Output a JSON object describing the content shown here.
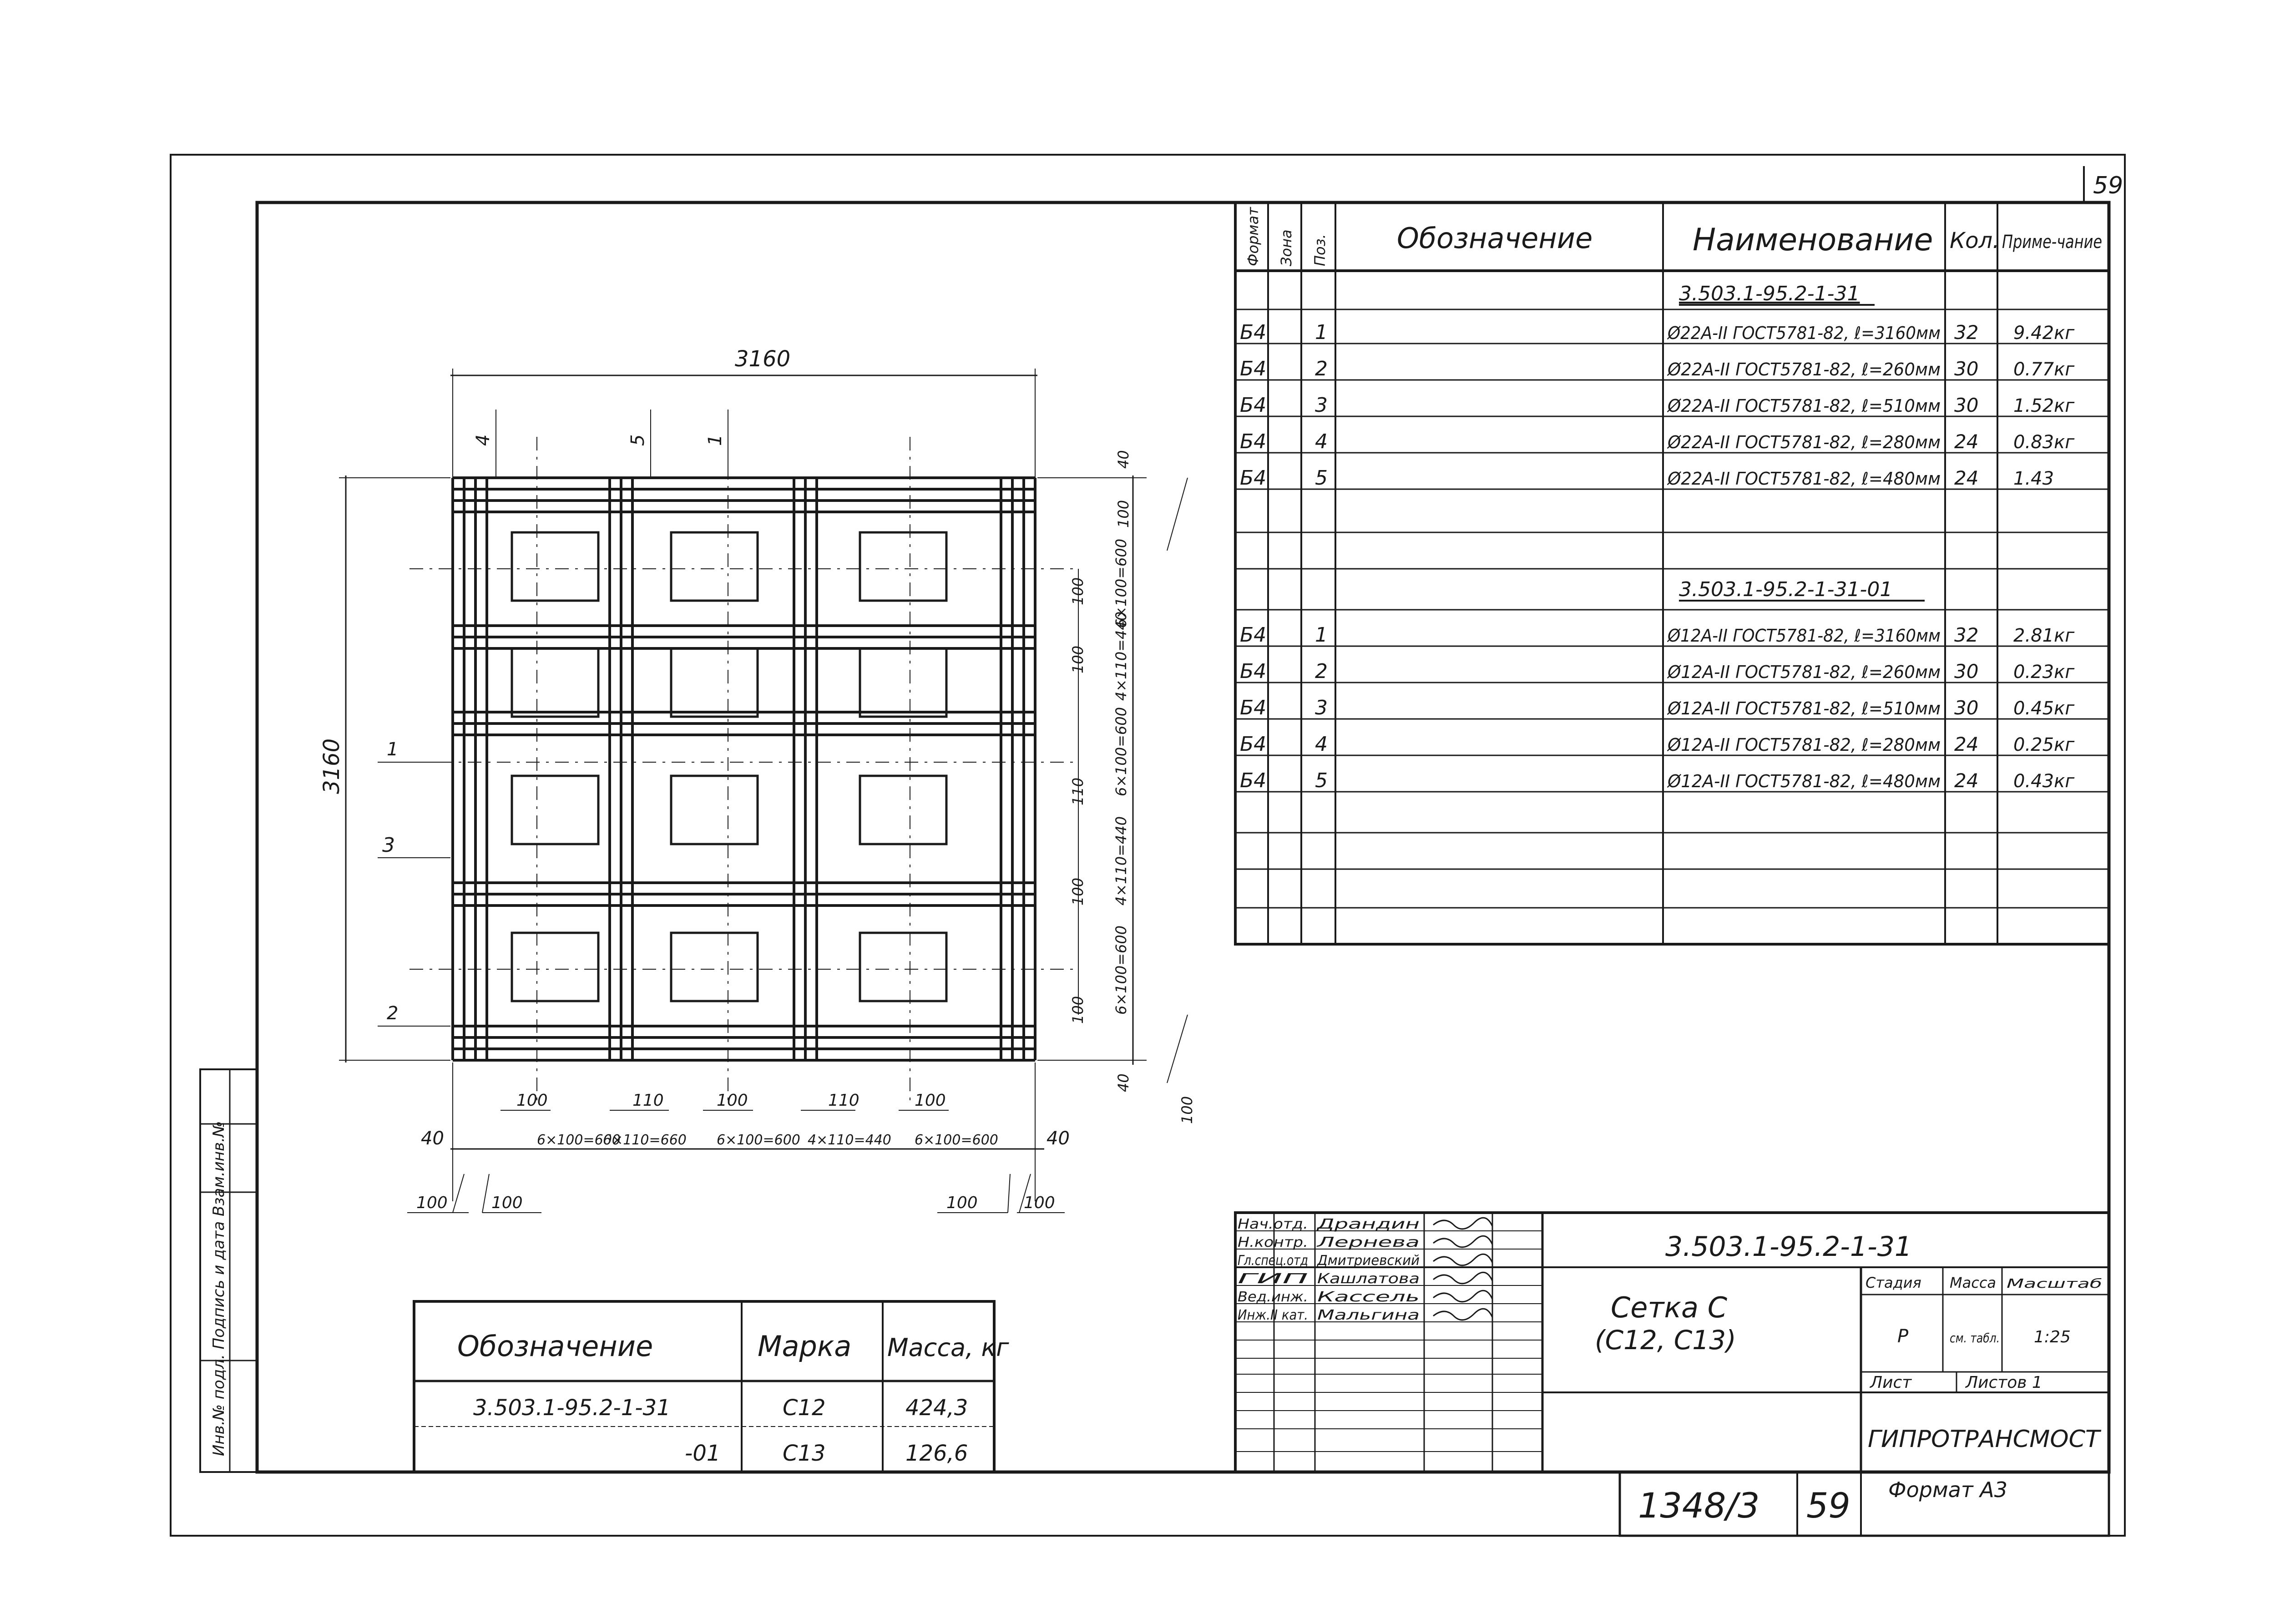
{
  "sheet": {
    "corner_sheet_number": "59",
    "format_label": "Формат А3",
    "archive_number": "1348/3",
    "archive_sheet": "59"
  },
  "spec_table": {
    "headers": [
      "Формат",
      "Зона",
      "Поз.",
      "Обозначение",
      "Наименование",
      "Кол.",
      "Приме-чание"
    ],
    "groups": [
      {
        "designation": "3.503.1-95.2-1-31",
        "rows": [
          {
            "format": "Б4",
            "pos": "1",
            "name": "Ø22А-II ГОСТ5781-82, ℓ=3160мм",
            "qty": "32",
            "note": "9.42кг"
          },
          {
            "format": "Б4",
            "pos": "2",
            "name": "Ø22А-II ГОСТ5781-82, ℓ=260мм",
            "qty": "30",
            "note": "0.77кг"
          },
          {
            "format": "Б4",
            "pos": "3",
            "name": "Ø22А-II ГОСТ5781-82, ℓ=510мм",
            "qty": "30",
            "note": "1.52кг"
          },
          {
            "format": "Б4",
            "pos": "4",
            "name": "Ø22А-II ГОСТ5781-82, ℓ=280мм",
            "qty": "24",
            "note": "0.83кг"
          },
          {
            "format": "Б4",
            "pos": "5",
            "name": "Ø22А-II ГОСТ5781-82, ℓ=480мм",
            "qty": "24",
            "note": "1.43"
          }
        ]
      },
      {
        "designation": "3.503.1-95.2-1-31-01",
        "rows": [
          {
            "format": "Б4",
            "pos": "1",
            "name": "Ø12А-II ГОСТ5781-82, ℓ=3160мм",
            "qty": "32",
            "note": "2.81кг"
          },
          {
            "format": "Б4",
            "pos": "2",
            "name": "Ø12А-II ГОСТ5781-82, ℓ=260мм",
            "qty": "30",
            "note": "0.23кг"
          },
          {
            "format": "Б4",
            "pos": "3",
            "name": "Ø12А-II ГОСТ5781-82, ℓ=510мм",
            "qty": "30",
            "note": "0.45кг"
          },
          {
            "format": "Б4",
            "pos": "4",
            "name": "Ø12А-II ГОСТ5781-82, ℓ=280мм",
            "qty": "24",
            "note": "0.25кг"
          },
          {
            "format": "Б4",
            "pos": "5",
            "name": "Ø12А-II ГОСТ5781-82, ℓ=480мм",
            "qty": "24",
            "note": "0.43кг"
          }
        ]
      }
    ]
  },
  "drawing": {
    "overall_width": "3160",
    "overall_height": "3160",
    "position_callouts_top": [
      "4",
      "5",
      "1"
    ],
    "position_callouts_left": [
      "1",
      "3",
      "2"
    ],
    "dims_bottom_row1": [
      "40",
      "6×100=600",
      "6×110=660",
      "6×100=600",
      "4×110=440",
      "6×100=600",
      "40"
    ],
    "dims_bottom_row1_b": [
      "100",
      "110",
      "100",
      "110",
      "100"
    ],
    "dims_bottom_row2": [
      "100",
      "100",
      "100",
      "100"
    ],
    "dims_right": [
      "40",
      "100",
      "6×100=600",
      "100",
      "4×110=440",
      "100",
      "6×100=600",
      "110",
      "4×110=440",
      "100",
      "6×100=600",
      "100",
      "40",
      "100"
    ]
  },
  "mark_table": {
    "headers": [
      "Обозначение",
      "Марка",
      "Масса, кг"
    ],
    "rows": [
      {
        "designation": "3.503.1-95.2-1-31",
        "mark": "С12",
        "mass": "424,3"
      },
      {
        "designation": "-01",
        "mark": "С13",
        "mass": "126,6"
      }
    ]
  },
  "title_block": {
    "document_code": "3.503.1-95.2-1-31",
    "title_line1": "Сетка С",
    "title_line2": "(С12, С13)",
    "stage_label": "Стадия",
    "mass_label": "Масса",
    "scale_label": "Масштаб",
    "stage_value": "Р",
    "mass_value": "см. табл.",
    "scale_value": "1:25",
    "sheet_label": "Лист",
    "sheets_label": "Листов 1",
    "organization": "ГИПРОТРАНСМОСТ",
    "signatures": [
      {
        "role": "Нач.отд.",
        "name": "Драндин"
      },
      {
        "role": "Н.контр.",
        "name": "Лернева"
      },
      {
        "role": "Гл.спец.отд",
        "name": "Дмитриевский"
      },
      {
        "role": "ГИП",
        "name": "Кашлатова"
      },
      {
        "role": "Вед.инж.",
        "name": "Кассель"
      },
      {
        "role": "Инж.II кат.",
        "name": "Мальгина"
      }
    ]
  },
  "side_stamp": {
    "text": "Инв.№ подл. Подпись и дата Взам.инв.№"
  }
}
